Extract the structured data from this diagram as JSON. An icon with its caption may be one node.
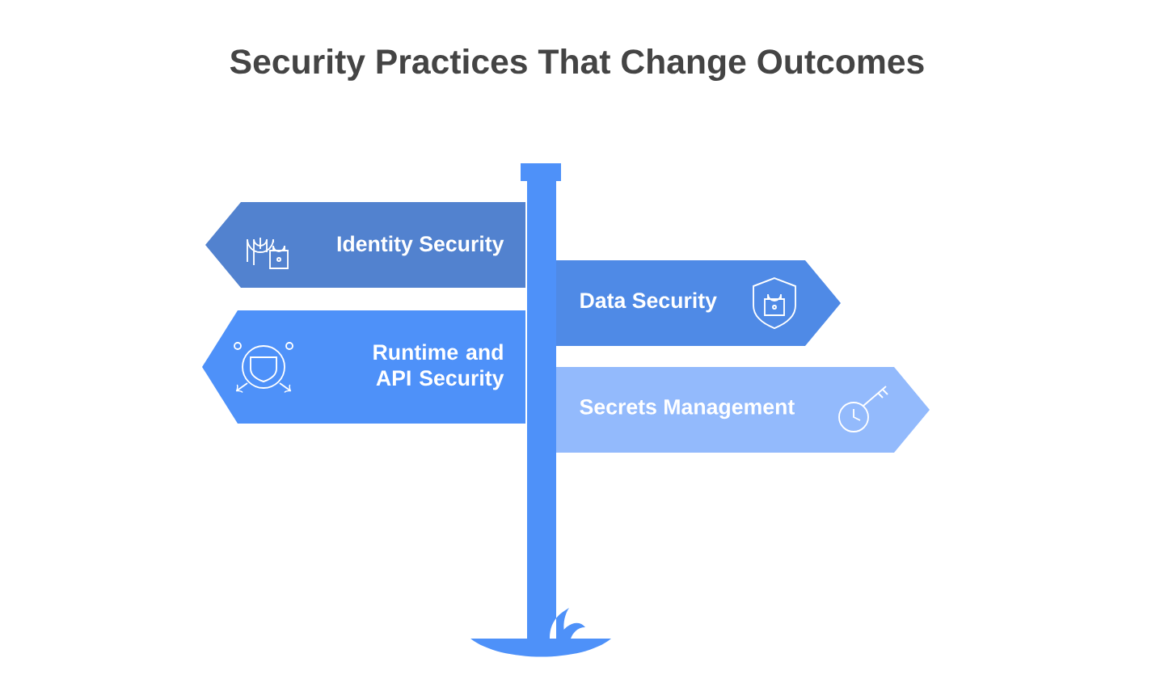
{
  "diagram": {
    "title": "Security Practices That Change Outcomes",
    "nodes": [
      {
        "text": [
          "Identity Security"
        ]
      },
      {
        "text": [
          "Data Security"
        ]
      },
      {
        "text": [
          "Runtime and API Security"
        ]
      },
      {
        "text": [
          "Secrets Management"
        ]
      }
    ]
  }
}
